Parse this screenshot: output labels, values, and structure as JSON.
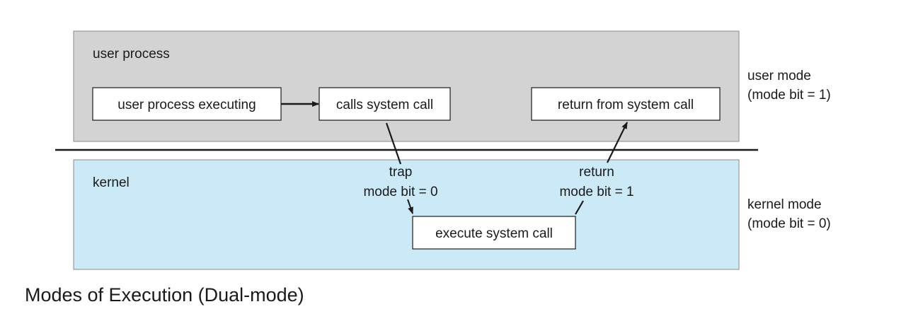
{
  "user_region": {
    "label": "user process",
    "fill": "#d3d3d3"
  },
  "kernel_region": {
    "label": "kernel",
    "fill": "#cce9f8"
  },
  "boxes": {
    "user_process_executing": "user process executing",
    "calls_system_call": "calls system call",
    "return_from_system_call": "return from system call",
    "execute_system_call": "execute system call"
  },
  "transitions": {
    "trap": {
      "line1": "trap",
      "line2": "mode bit = 0"
    },
    "return": {
      "line1": "return",
      "line2": "mode bit = 1"
    }
  },
  "modes": {
    "user": {
      "line1": "user mode",
      "line2": "(mode bit = 1)"
    },
    "kernel": {
      "line1": "kernel mode",
      "line2": "(mode bit = 0)"
    }
  },
  "caption": "Modes of Execution (Dual-mode)"
}
